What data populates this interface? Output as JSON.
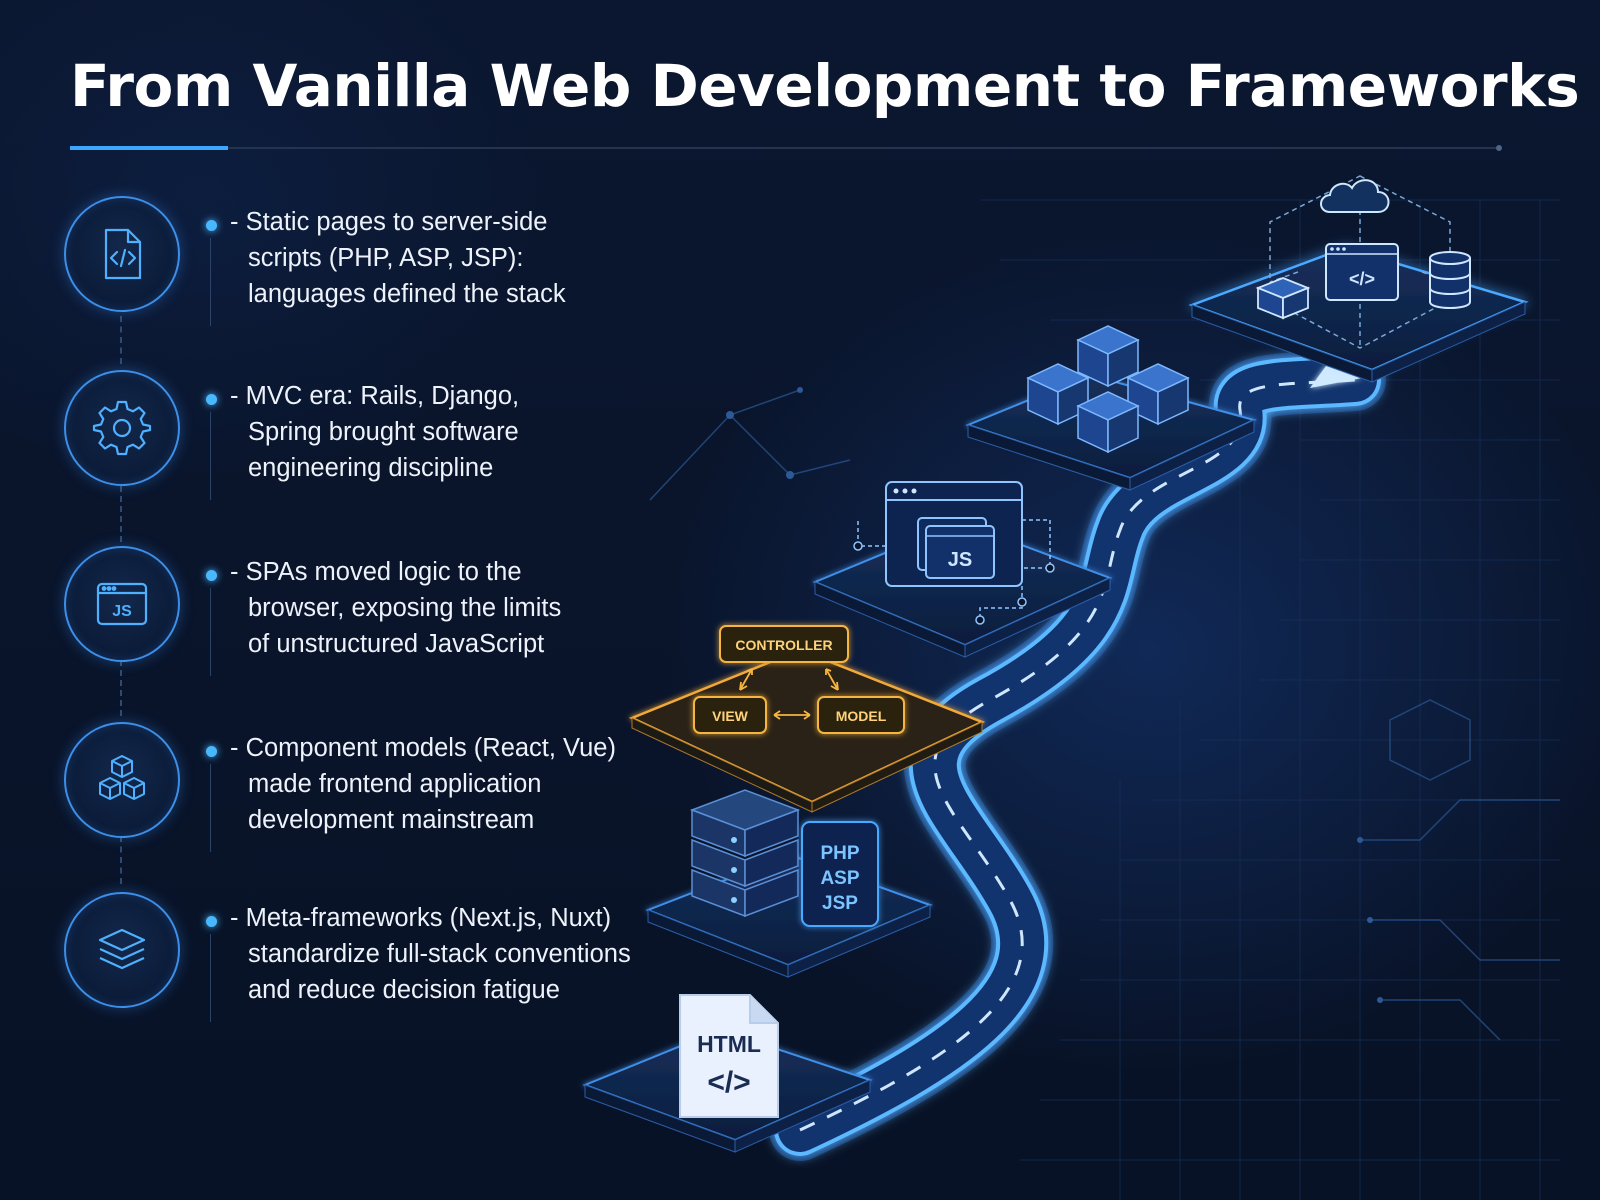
{
  "title": "From Vanilla Web Development to Frameworks",
  "steps": [
    {
      "icon": "code-file-icon",
      "lines": [
        "- Static pages to server-side",
        "scripts (PHP, ASP, JSP):",
        "languages defined the stack"
      ]
    },
    {
      "icon": "gear-icon",
      "lines": [
        "- MVC era: Rails, Django,",
        "Spring brought software",
        "engineering discipline"
      ]
    },
    {
      "icon": "js-browser-icon",
      "lines": [
        "- SPAs moved logic to the",
        "browser, exposing the limits",
        "of unstructured JavaScript"
      ]
    },
    {
      "icon": "cubes-icon",
      "lines": [
        "- Component models (React, Vue)",
        "made frontend application",
        "development mainstream"
      ]
    },
    {
      "icon": "layers-icon",
      "lines": [
        "- Meta-frameworks (Next.js, Nuxt)",
        "standardize full-stack conventions",
        "and reduce decision fatigue"
      ]
    }
  ],
  "illustration": {
    "html_card": {
      "label": "HTML",
      "code": "</>"
    },
    "server_languages": [
      "PHP",
      "ASP",
      "JSP"
    ],
    "mvc": {
      "controller": "CONTROLLER",
      "view": "VIEW",
      "model": "MODEL"
    },
    "js_window": {
      "label": "JS"
    },
    "fullstack_window": {
      "code": "</>"
    }
  },
  "colors": {
    "accent": "#3ba7ff",
    "mvc_orange": "#f2a93b",
    "road_glow": "#4aa8ff"
  }
}
